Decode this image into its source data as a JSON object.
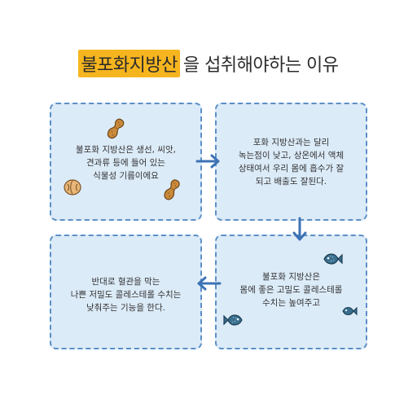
{
  "title": {
    "highlight": "불포화지방산",
    "rest": "을 섭취해야하는 이유"
  },
  "steps": [
    {
      "text": "불포화 지방산은 생선, 씨앗,\n견과류 등에 들어 있는\n식물성 기름이에요"
    },
    {
      "text": "포화 지방산과는 달리\n녹는점이 낮고, 상온에서 액체\n상태여서 우리 몸에 흡수가 잘\n되고 배출도 잘된다."
    },
    {
      "text": "불포화 지방산은\n몸에 좋은 고밀도 콜레스테롤\n수치는 높여주고"
    },
    {
      "text": "반대로 혈관을 막는\n나쁜 저밀도 콜레스테롤 수치는\n낮춰주는 기능을 한다."
    }
  ],
  "colors": {
    "highlight": "#f6b51f",
    "card_fill": "#dcebf8",
    "card_border": "#5b90c7",
    "arrow": "#3d72b4",
    "fish": "#3a6f8e",
    "peanut": "#c98a3a"
  },
  "icons": [
    "peanut-icon",
    "walnut-icon",
    "fish-icon",
    "arrow-right-icon",
    "arrow-down-icon",
    "arrow-left-icon"
  ]
}
